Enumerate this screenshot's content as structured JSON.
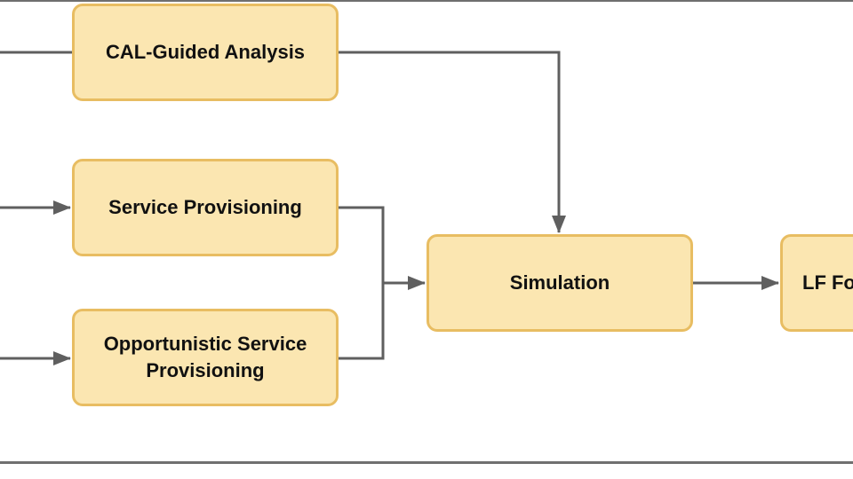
{
  "diagram": {
    "nodes": {
      "cal_guided_analysis": "CAL-Guided Analysis",
      "service_provisioning": "Service Provisioning",
      "opportunistic_line1": "Opportunistic Service",
      "opportunistic_line2": "Provisioning",
      "simulation": "Simulation",
      "lf_partial": "LF Fo"
    },
    "colors": {
      "node_fill": "#fbe6b1",
      "node_border": "#e8bd62",
      "connector": "#5f5f5f",
      "frame": "#6f6f6f"
    }
  }
}
